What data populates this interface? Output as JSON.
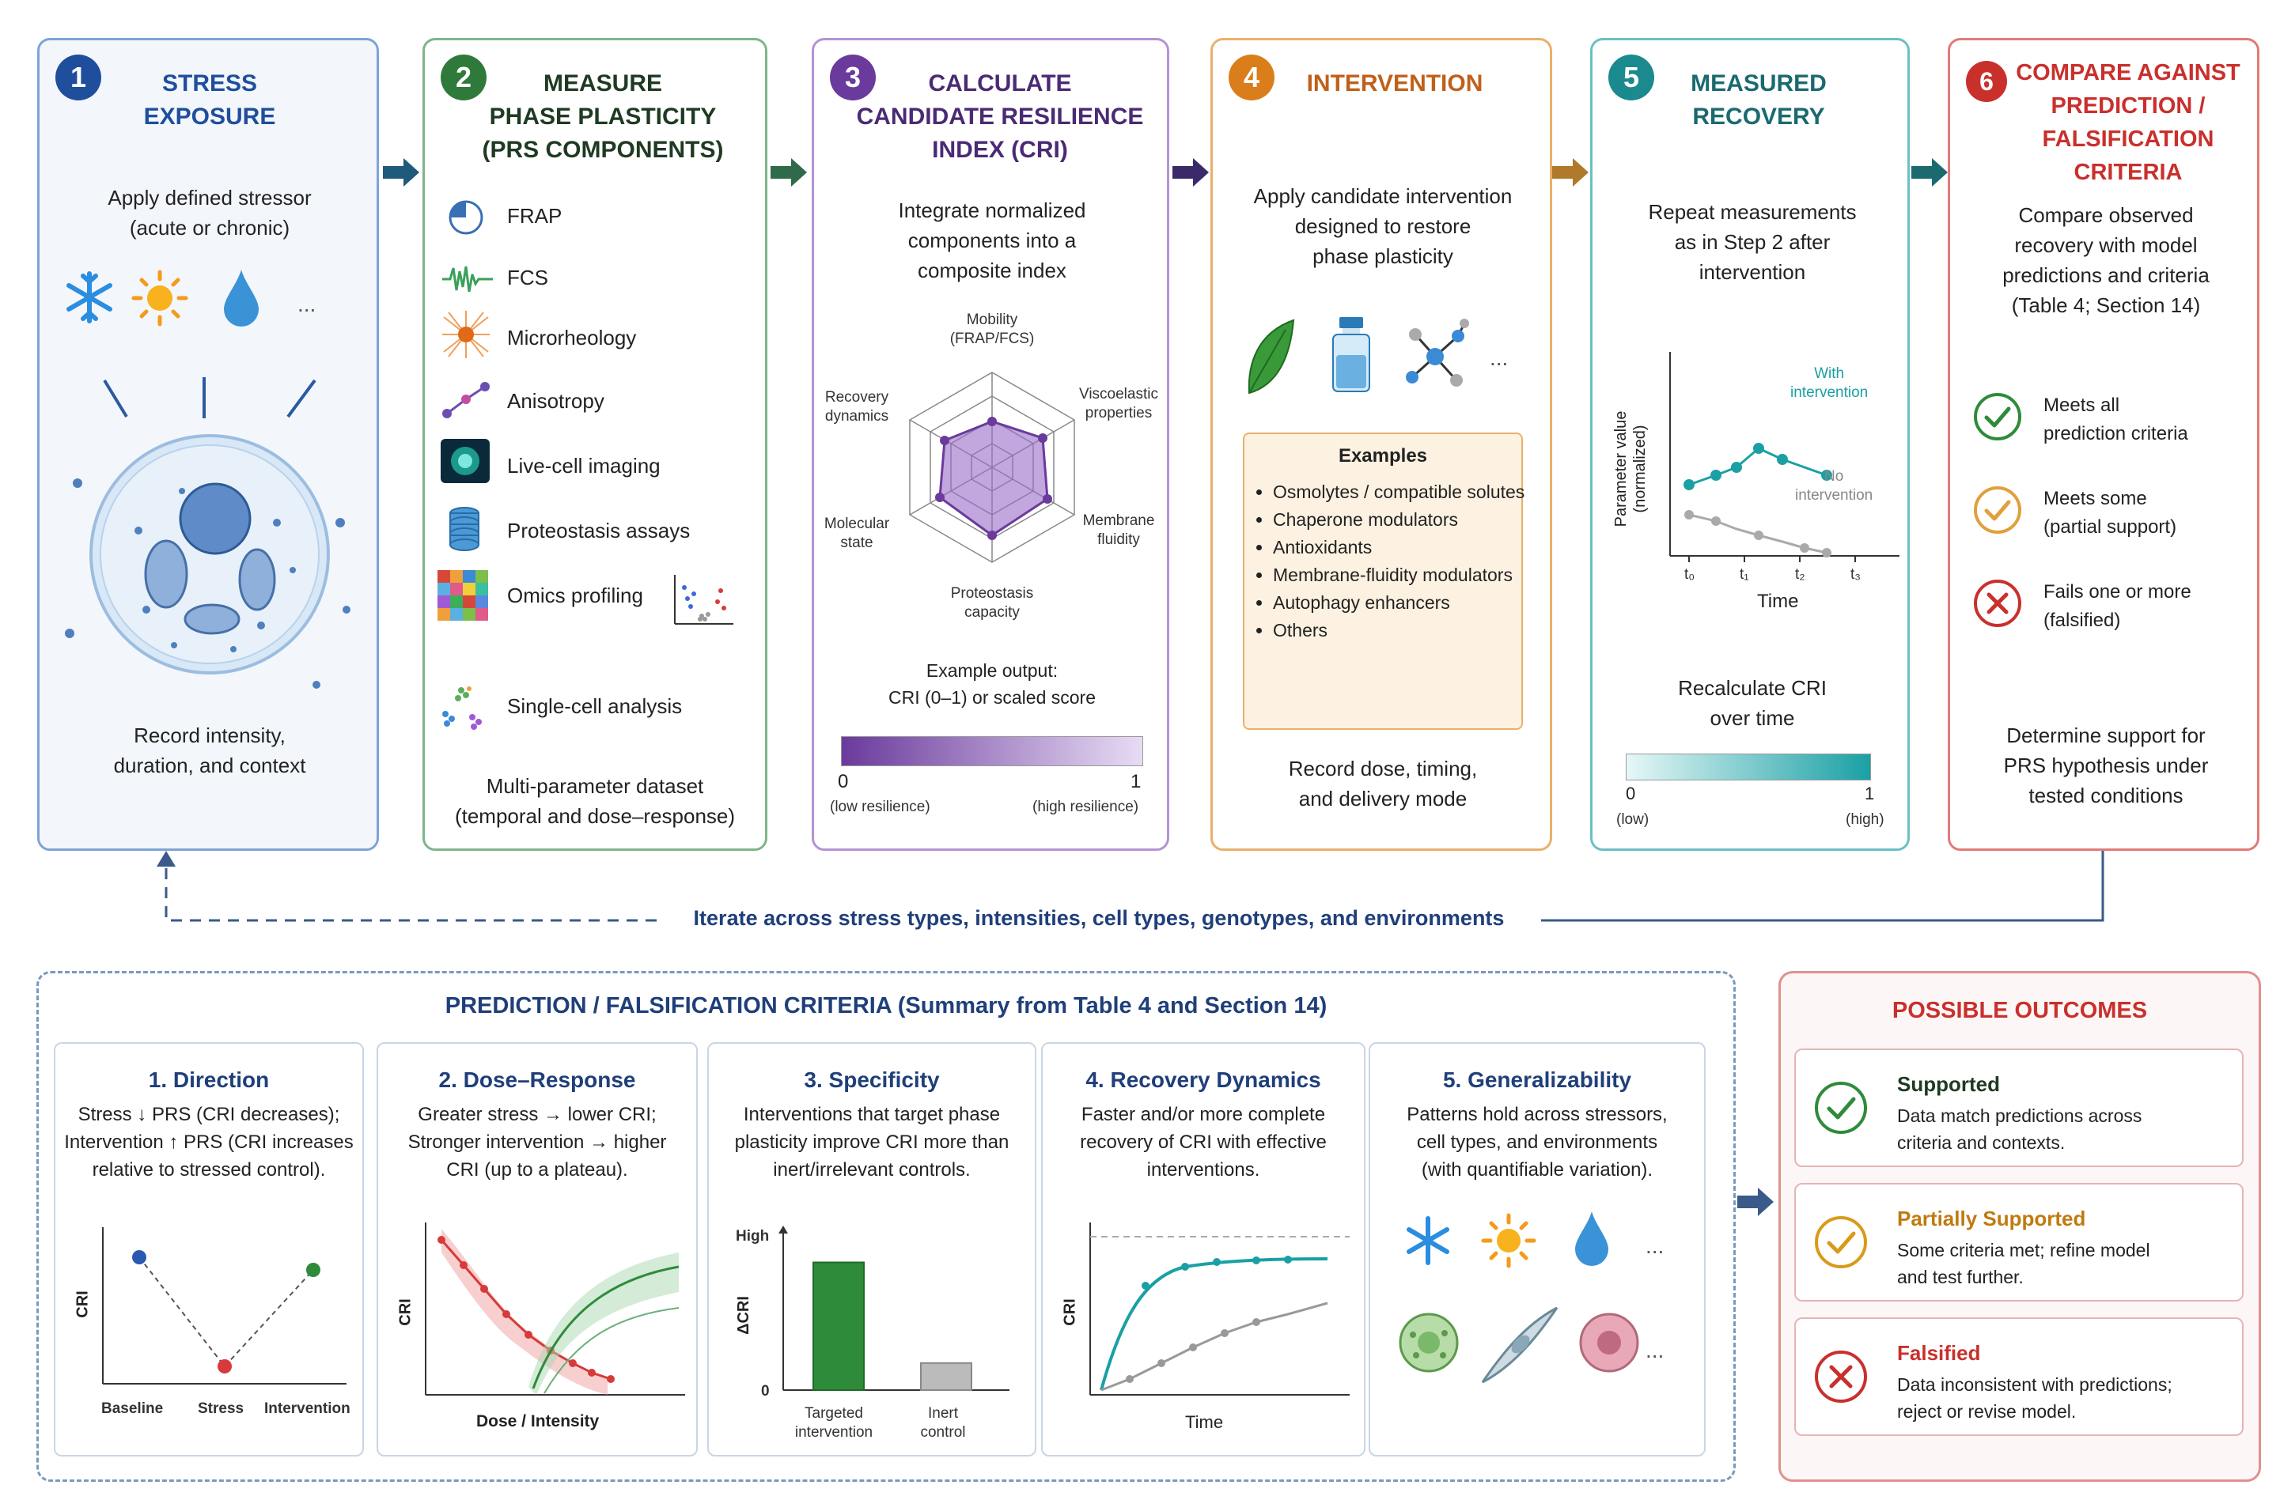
{
  "steps": [
    {
      "num": "1",
      "title": [
        "STRESS",
        "EXPOSURE"
      ],
      "desc": [
        "Apply defined stressor",
        "(acute or chronic)"
      ],
      "ellipsis": "...",
      "footer": [
        "Record intensity,",
        "duration, and context"
      ],
      "color": "#1f4e9c",
      "icons": [
        "snowflake-icon",
        "sun-icon",
        "water-drop-icon",
        "cell-icon"
      ]
    },
    {
      "num": "2",
      "title": [
        "MEASURE",
        "PHASE PLASTICITY",
        "(PRS COMPONENTS)"
      ],
      "methods": [
        "FRAP",
        "FCS",
        "Microrheology",
        "Anisotropy",
        "Live-cell imaging",
        "Proteostasis assays",
        "Omics profiling",
        "Single-cell analysis"
      ],
      "footer": [
        "Multi-parameter dataset",
        "(temporal and dose–response)"
      ],
      "color": "#2f7a3a"
    },
    {
      "num": "3",
      "title": [
        "CALCULATE",
        "CANDIDATE RESILIENCE",
        "INDEX (CRI)"
      ],
      "desc": [
        "Integrate normalized",
        "components into a",
        "composite index"
      ],
      "radar_labels": [
        [
          "Mobility",
          "(FRAP/FCS)"
        ],
        [
          "Viscoelastic",
          "properties"
        ],
        [
          "Membrane",
          "fluidity"
        ],
        [
          "Proteostasis",
          "capacity"
        ],
        [
          "Molecular",
          "state"
        ],
        [
          "Recovery",
          "dynamics"
        ]
      ],
      "output": [
        "Example output:",
        "CRI (0–1) or scaled score"
      ],
      "scale": {
        "min": "0",
        "max": "1",
        "low": "(low resilience)",
        "high": "(high resilience)"
      },
      "color": "#6a3a9c"
    },
    {
      "num": "4",
      "title": [
        "INTERVENTION"
      ],
      "desc": [
        "Apply candidate intervention",
        "designed to restore",
        "phase plasticity"
      ],
      "ellipsis": "...",
      "examples_title": "Examples",
      "examples": [
        "Osmolytes / compatible solutes",
        "Chaperone modulators",
        "Antioxidants",
        "Membrane-fluidity modulators",
        "Autophagy enhancers",
        "Others"
      ],
      "footer": [
        "Record dose, timing,",
        "and delivery mode"
      ],
      "color": "#d97e1a",
      "icons": [
        "leaf-icon",
        "vial-icon",
        "molecule-icon"
      ]
    },
    {
      "num": "5",
      "title": [
        "MEASURED",
        "RECOVERY"
      ],
      "desc": [
        "Repeat measurements",
        "as in Step 2 after",
        "intervention"
      ],
      "chart": {
        "ylabel": [
          "Parameter value",
          "(normalized)"
        ],
        "xlabel": "Time",
        "ticks": [
          "t₀",
          "t₁",
          "t₂",
          "t₃"
        ],
        "with": [
          "With",
          "intervention"
        ],
        "without": [
          "No",
          "intervention"
        ]
      },
      "recalc": [
        "Recalculate CRI",
        "over time"
      ],
      "scale": {
        "min": "0",
        "max": "1",
        "low": "(low)",
        "high": "(high)"
      },
      "color": "#1a8a8e"
    },
    {
      "num": "6",
      "title": [
        "COMPARE AGAINST",
        "PREDICTION /",
        "FALSIFICATION",
        "CRITERIA"
      ],
      "desc": [
        "Compare observed",
        "recovery with model",
        "predictions and criteria",
        "(Table 4; Section 14)"
      ],
      "results": [
        [
          "Meets all",
          "prediction criteria"
        ],
        [
          "Meets some",
          "(partial support)"
        ],
        [
          "Fails one or more",
          "(falsified)"
        ]
      ],
      "footer": [
        "Determine support for",
        "PRS hypothesis under",
        "tested conditions"
      ],
      "color": "#c9302c"
    }
  ],
  "iterate": "Iterate across stress types, intensities, cell types, genotypes, and environments",
  "criteria": {
    "title": "PREDICTION / FALSIFICATION CRITERIA (Summary from Table 4 and Section 14)",
    "items": [
      {
        "title": "1. Direction",
        "text": [
          "Stress ↓ PRS (CRI decreases);",
          "Intervention ↑ PRS (CRI increases",
          "relative to stressed control)."
        ],
        "ylabel": "CRI",
        "xlabels": [
          "Baseline",
          "Stress",
          "Intervention"
        ]
      },
      {
        "title": "2. Dose–Response",
        "text": [
          "Greater stress → lower CRI;",
          "Stronger intervention → higher",
          "CRI (up to a plateau)."
        ],
        "ylabel": "CRI",
        "xlabel": "Dose / Intensity"
      },
      {
        "title": "3. Specificity",
        "text": [
          "Interventions that target phase",
          "plasticity improve CRI more than",
          "inert/irrelevant controls."
        ],
        "ylabel": "ΔCRI",
        "high": "High",
        "zero": "0",
        "bars": [
          [
            "Targeted",
            "intervention"
          ],
          [
            "Inert",
            "control"
          ]
        ],
        "values": [
          0.85,
          0.18
        ]
      },
      {
        "title": "4. Recovery Dynamics",
        "text": [
          "Faster and/or more complete",
          "recovery of CRI with effective",
          "interventions."
        ],
        "ylabel": "CRI",
        "xlabel": "Time"
      },
      {
        "title": "5. Generalizability",
        "text": [
          "Patterns hold across stressors,",
          "cell types, and environments",
          "(with quantifiable variation)."
        ],
        "ellipsis": "..."
      }
    ]
  },
  "outcomes": {
    "title": "POSSIBLE OUTCOMES",
    "items": [
      {
        "label": "Supported",
        "text": [
          "Data match predictions across",
          "criteria and contexts."
        ],
        "color": "#2e8b3a"
      },
      {
        "label": "Partially Supported",
        "text": [
          "Some criteria met; refine model",
          "and test further."
        ],
        "color": "#d99a1a"
      },
      {
        "label": "Falsified",
        "text": [
          "Data inconsistent with predictions;",
          "reject or revise model."
        ],
        "color": "#c9302c"
      }
    ]
  }
}
